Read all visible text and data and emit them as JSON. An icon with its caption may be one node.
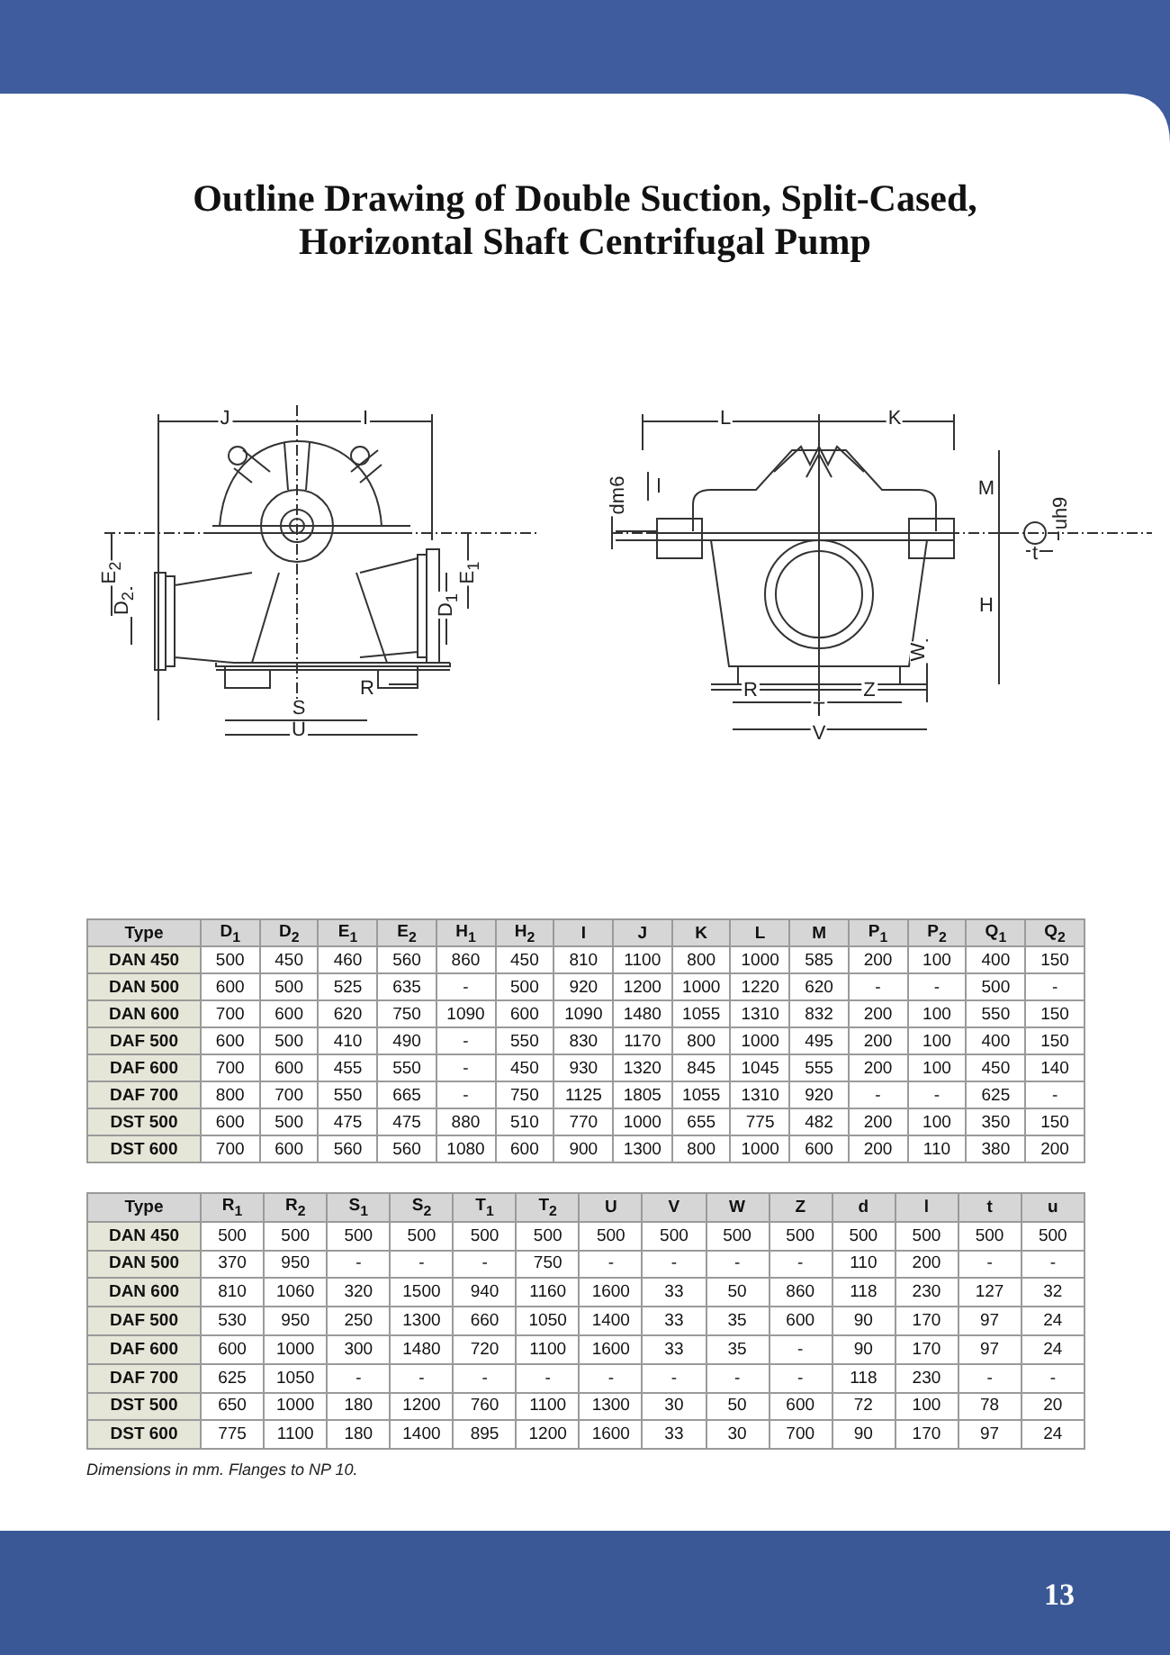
{
  "diagram": {
    "title": "Outline Drawing of Double Suction, Split-Cased, Horizontal Shaft Centrifugal Pump",
    "labels": [
      "J",
      "I",
      "E$_{2}$",
      "D$_{2}$",
      "E$_{1}$",
      "D$_{1}$",
      "R",
      "S",
      "U",
      "L",
      "K",
      "dm6",
      "l",
      "M",
      "uh9",
      "t",
      "H",
      "W",
      "R",
      "Z",
      "T",
      "V",
      "Type",
      "D$_{1}$",
      "D$_{2}$",
      "E$_{1}$",
      "E$_{2}$",
      "H$_{1}$",
      "H$_{2}$",
      "I",
      "J",
      "K",
      "L",
      "M",
      "P$_{1}$",
      "P$_{2}$",
      "Q$_{1}$",
      "Q$_{2}$",
      "DAN 450",
      "500",
      "450",
      "460",
      "560",
      "860",
      "450",
      "810",
      "1100",
      "800",
      "1000",
      "585",
      "200",
      "100",
      "400",
      "150",
      "DAN 500",
      "600",
      "500",
      "525",
      "635",
      "-",
      "500",
      "920",
      "1200",
      "1000",
      "1220",
      "620",
      "-",
      "-",
      "500",
      "-",
      "DAN 600",
      "700",
      "600",
      "620",
      "750",
      "1090",
      "600",
      "1090",
      "1480",
      "1055",
      "1310",
      "832",
      "200",
      "100",
      "550",
      "150",
      "DAF 500",
      "600",
      "500",
      "410",
      "490",
      "-",
      "550",
      "830",
      "1170",
      "800",
      "1000",
      "495",
      "200",
      "100",
      "400",
      "150",
      "DAF 600",
      "700",
      "600",
      "455",
      "550",
      "-",
      "450",
      "930",
      "1320",
      "845",
      "1045",
      "555",
      "200",
      "100",
      "450",
      "140",
      "DAF 700",
      "800",
      "700",
      "550",
      "665",
      "-",
      "750",
      "1125",
      "1805",
      "1055",
      "1310",
      "920",
      "-",
      "-",
      "625",
      "-",
      "DST 500",
      "600",
      "500",
      "475",
      "475",
      "880",
      "510",
      "770",
      "1000",
      "655",
      "775",
      "482",
      "200",
      "100",
      "350",
      "150",
      "DST 600",
      "700",
      "600",
      "560",
      "560",
      "1080",
      "600",
      "900",
      "1300",
      "800",
      "1000",
      "600",
      "200",
      "110",
      "380",
      "200",
      "Type",
      "R$_{1}$",
      "R$_{2}$",
      "S$_{1}$",
      "S$_{2}$",
      "T$_{1}$",
      "T$_{2}$",
      "U",
      "V",
      "W",
      "Z",
      "d",
      "l",
      "t",
      "u",
      "DAN 450",
      "500",
      "500",
      "500",
      "500",
      "500",
      "500",
      "500",
      "500",
      "500",
      "500",
      "500",
      "500",
      "500",
      "500",
      "DAN 500",
      "370",
      "950",
      "-",
      "-",
      "-",
      "750",
      "-",
      "-",
      "-",
      "-",
      "110",
      "200",
      "-",
      "-",
      "DAN 600",
      "810",
      "1060",
      "320",
      "1500",
      "940",
      "1160",
      "1600",
      "33",
      "50",
      "860",
      "118",
      "230",
      "127",
      "32",
      "DAF 500",
      "530",
      "950",
      "250",
      "1300",
      "660",
      "1050",
      "1400",
      "33",
      "35",
      "600",
      "90",
      "170",
      "97",
      "24",
      "DAF 600",
      "600",
      "1000",
      "300",
      "1480",
      "720",
      "1100",
      "1600",
      "33",
      "35",
      "-",
      "90",
      "170",
      "97",
      "24",
      "DAF 700",
      "625",
      "1050",
      "-",
      "-",
      "-",
      "-",
      "-",
      "-",
      "-",
      "-",
      "118",
      "230",
      "-",
      "-",
      "DST 500",
      "650",
      "1000",
      "180",
      "1200",
      "760",
      "1100",
      "1300",
      "30",
      "50",
      "600",
      "72",
      "100",
      "78",
      "20",
      "DST 600",
      "775",
      "1100",
      "180",
      "1400",
      "895",
      "1200",
      "1600",
      "33",
      "30",
      "700",
      "90",
      "170",
      "97",
      "24",
      "Dimensions in mm. Flanges to NP 10.",
      "13"
    ]
  }
}
